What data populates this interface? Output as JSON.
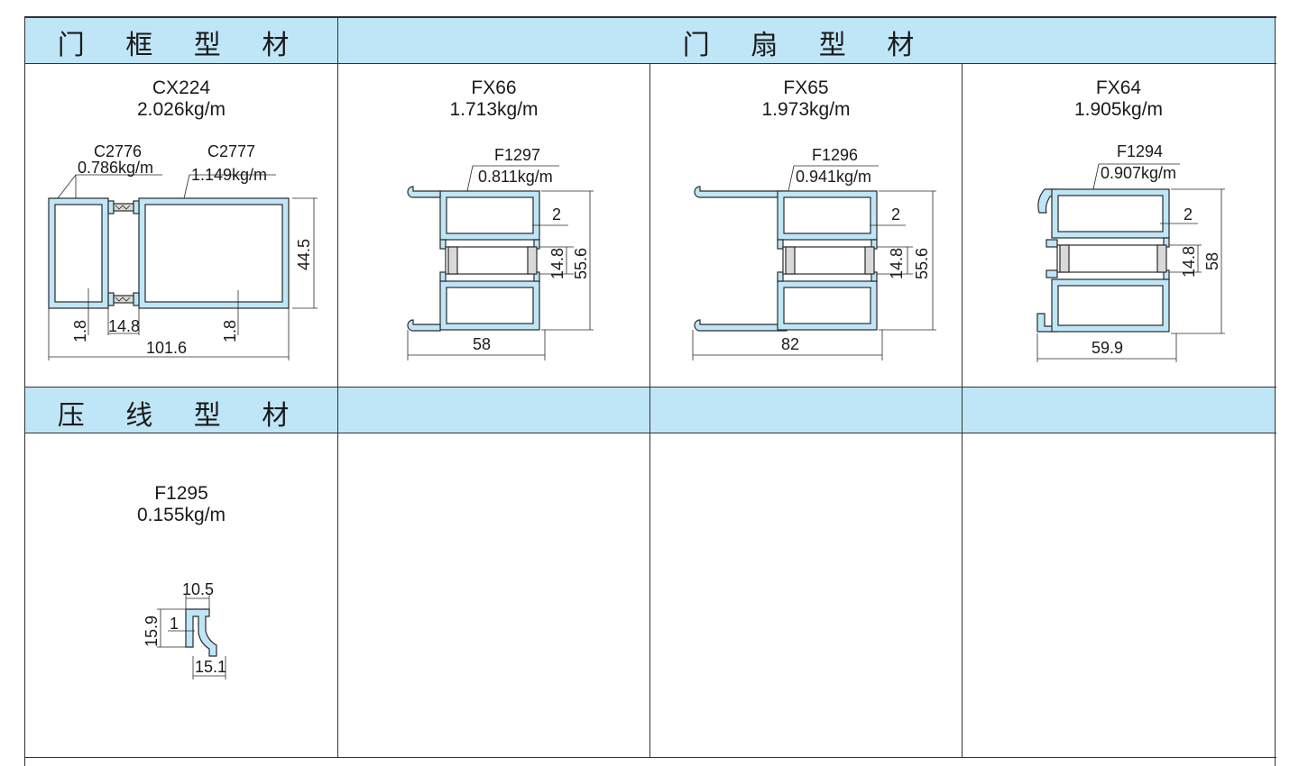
{
  "headers": {
    "frame": "门 框 型 材",
    "sash": "门 扇 型 材",
    "bead": "压 线 型 材"
  },
  "colors": {
    "header_bg": "#bfe6f7",
    "profile_fill": "#bfe6f7",
    "profile_stroke": "#2a2a2a"
  },
  "products": {
    "cx224": {
      "code": "CX224",
      "weight": "2.026kg/m",
      "part_a": {
        "code": "C2776",
        "weight": "0.786kg/m"
      },
      "part_b": {
        "code": "C2777",
        "weight": "1.149kg/m"
      },
      "dims": {
        "height": "44.5",
        "wall_a": "1.8",
        "gap": "14.8",
        "wall_b": "1.8",
        "width": "101.6"
      }
    },
    "fx66": {
      "code": "FX66",
      "weight": "1.713kg/m",
      "part": {
        "code": "F1297",
        "weight": "0.811kg/m"
      },
      "dims": {
        "wall": "2",
        "gap": "14.8",
        "height": "55.6",
        "width": "58"
      }
    },
    "fx65": {
      "code": "FX65",
      "weight": "1.973kg/m",
      "part": {
        "code": "F1296",
        "weight": "0.941kg/m"
      },
      "dims": {
        "wall": "2",
        "gap": "14.8",
        "height": "55.6",
        "width": "82"
      }
    },
    "fx64": {
      "code": "FX64",
      "weight": "1.905kg/m",
      "part": {
        "code": "F1294",
        "weight": "0.907kg/m"
      },
      "dims": {
        "wall": "2",
        "gap": "14.8",
        "height": "58",
        "width": "59.9"
      }
    },
    "f1295": {
      "code": "F1295",
      "weight": "0.155kg/m",
      "dims": {
        "top": "10.5",
        "height": "15.9",
        "wall": "1",
        "bottom": "15.1"
      }
    }
  }
}
